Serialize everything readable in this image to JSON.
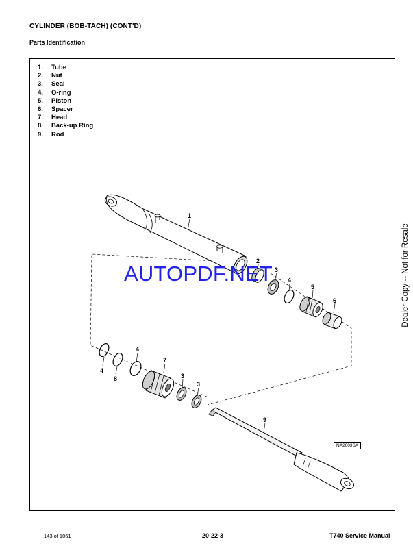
{
  "header": {
    "section_title": "CYLINDER (BOB-TACH) (CONT'D)",
    "subsection_title": "Parts Identification"
  },
  "legend": [
    {
      "num": "1.",
      "label": "Tube"
    },
    {
      "num": "2.",
      "label": "Nut"
    },
    {
      "num": "3.",
      "label": "Seal"
    },
    {
      "num": "4.",
      "label": "O-ring"
    },
    {
      "num": "5.",
      "label": "Piston"
    },
    {
      "num": "6.",
      "label": "Spacer"
    },
    {
      "num": "7.",
      "label": "Head"
    },
    {
      "num": "8.",
      "label": "Back-up Ring"
    },
    {
      "num": "9.",
      "label": "Rod"
    }
  ],
  "callouts": {
    "c1": "1",
    "c2": "2",
    "c3a": "3",
    "c4a": "4",
    "c5": "5",
    "c6": "6",
    "c4b": "4",
    "c8": "8",
    "c4c": "4",
    "c7": "7",
    "c3b": "3",
    "c3c": "3",
    "c9": "9"
  },
  "watermark": "AUTOPDF.NET",
  "side_note": "Dealer Copy -- Not for Resale",
  "figure_code": "NA2603SA",
  "footer": {
    "page_count": "143 of 1061",
    "page_number": "20-22-3",
    "manual_title": "T740 Service Manual"
  }
}
